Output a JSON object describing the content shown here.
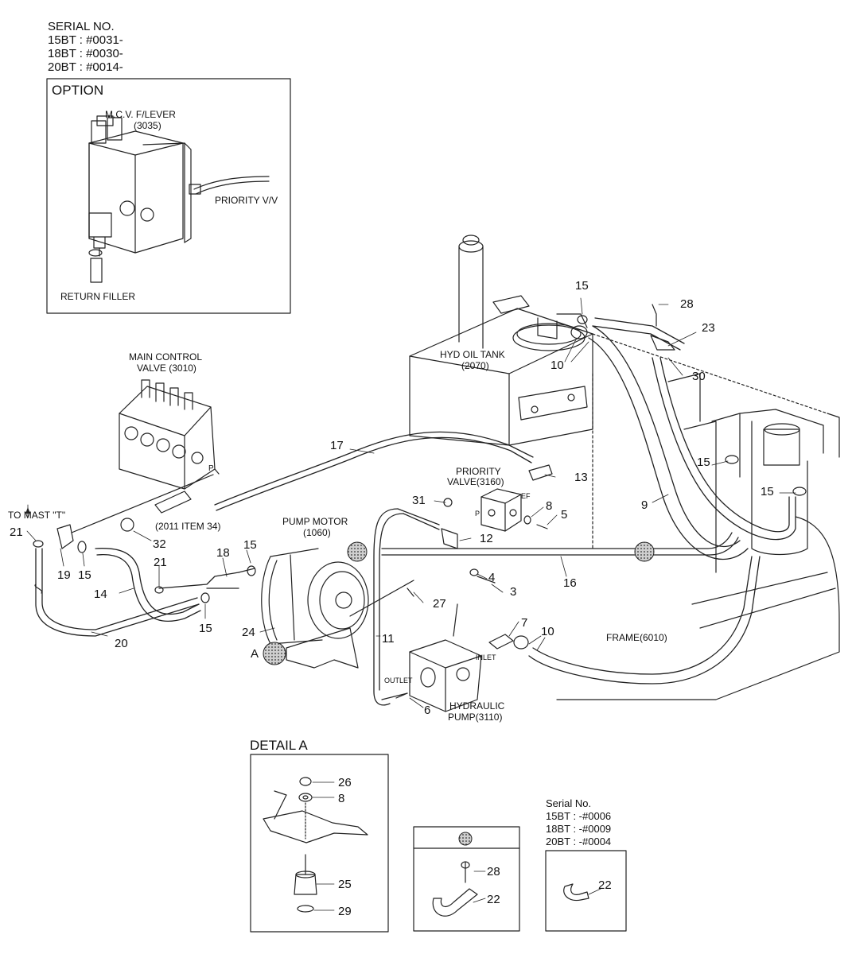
{
  "serial_header": {
    "title": "SERIAL NO.",
    "lines": [
      "15BT : #0031-",
      "18BT : #0030-",
      "20BT : #0014-"
    ]
  },
  "option_box": {
    "title": "OPTION",
    "mcv_label": "M.C.V. F/LEVER",
    "mcv_code": "(3035)",
    "priority_label": "PRIORITY V/V",
    "return_filler_label": "RETURN FILLER"
  },
  "components": {
    "main_control_valve": [
      "MAIN CONTROL",
      "VALVE (3010)"
    ],
    "hyd_oil_tank": [
      "HYD OIL TANK",
      "(2070)"
    ],
    "priority_valve": [
      "PRIORITY",
      "VALVE(3160)"
    ],
    "pump_motor": [
      "PUMP MOTOR",
      "(1060)"
    ],
    "hydraulic_pump": [
      "HYDRAULIC",
      "PUMP(3110)"
    ],
    "frame": "FRAME(6010)",
    "to_mast": "TO MAST \"T\"",
    "item_2011": "(2011 ITEM 34)",
    "port_p": "P",
    "port_p2": "P",
    "port_ef": "EF",
    "inlet": "INLET",
    "outlet": "OUTLET",
    "detail_marker": "A"
  },
  "callouts": {
    "n15_top": "15",
    "n28_top": "28",
    "n23": "23",
    "n10_top": "10",
    "n30": "30",
    "n17": "17",
    "n13": "13",
    "n31": "31",
    "n8_pv": "8",
    "n5": "5",
    "n12": "12",
    "n15_right1": "15",
    "n15_right2": "15",
    "n9": "9",
    "n21_left": "21",
    "n19": "19",
    "n15_left": "15",
    "n32": "32",
    "n18": "18",
    "n15_mid": "15",
    "n21_mid": "21",
    "n14": "14",
    "n20": "20",
    "n15_low": "15",
    "n16": "16",
    "n4": "4",
    "n3": "3",
    "n27": "27",
    "n24": "24",
    "n7": "7",
    "n10_pump": "10",
    "n11": "11",
    "n6": "6"
  },
  "detail_a": {
    "title": "DETAIL A",
    "callouts": [
      "26",
      "8",
      "25",
      "29"
    ]
  },
  "clamp_box": {
    "callouts": [
      "28",
      "22"
    ]
  },
  "serial_footer": {
    "title": "Serial No.",
    "lines": [
      "15BT : -#0006",
      "18BT : -#0009",
      "20BT : -#0004"
    ],
    "callout": "22"
  }
}
